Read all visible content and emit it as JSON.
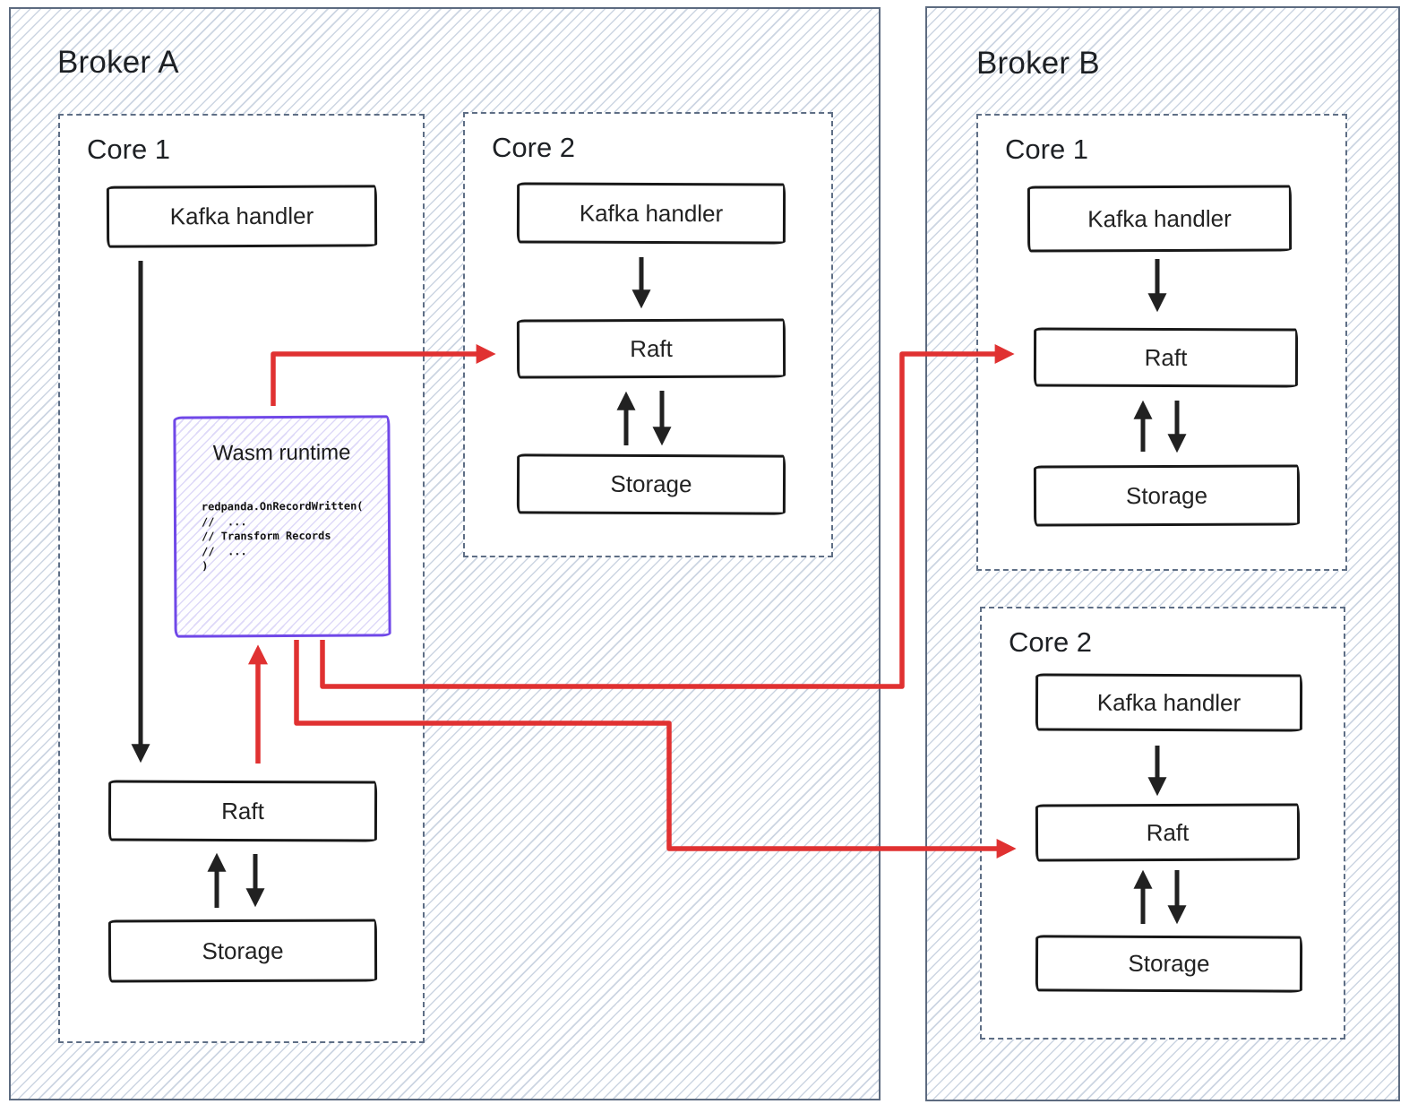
{
  "diagram": {
    "type": "architecture-diagram",
    "brokers": [
      {
        "name": "Broker A",
        "cores": [
          {
            "name": "Core 1",
            "nodes": [
              "Kafka handler",
              "Raft",
              "Storage"
            ]
          },
          {
            "name": "Core 2",
            "nodes": [
              "Kafka handler",
              "Raft",
              "Storage"
            ]
          }
        ]
      },
      {
        "name": "Broker B",
        "cores": [
          {
            "name": "Core 1",
            "nodes": [
              "Kafka handler",
              "Raft",
              "Storage"
            ]
          },
          {
            "name": "Core 2",
            "nodes": [
              "Kafka handler",
              "Raft",
              "Storage"
            ]
          }
        ]
      }
    ],
    "wasm": {
      "title": "Wasm runtime",
      "code_lines": [
        "redpanda.OnRecordWritten(",
        "//  ...",
        "// Transform Records",
        "//  ...",
        ")"
      ]
    },
    "edges": [
      {
        "from": "broker-a.core-1.kafka-handler",
        "to": "broker-a.core-1.raft",
        "color": "black",
        "bidirectional": false
      },
      {
        "from": "broker-a.core-1.raft",
        "to": "broker-a.core-1.wasm-runtime",
        "color": "red",
        "bidirectional": false
      },
      {
        "from": "broker-a.core-1.raft",
        "to": "broker-a.core-1.storage",
        "color": "black",
        "bidirectional": true
      },
      {
        "from": "broker-a.core-1.wasm-runtime",
        "to": "broker-a.core-2.raft",
        "color": "red",
        "bidirectional": false
      },
      {
        "from": "broker-a.core-1.wasm-runtime",
        "to": "broker-b.core-1.raft",
        "color": "red",
        "bidirectional": false
      },
      {
        "from": "broker-a.core-1.wasm-runtime",
        "to": "broker-b.core-2.raft",
        "color": "red",
        "bidirectional": false
      },
      {
        "from": "broker-a.core-2.kafka-handler",
        "to": "broker-a.core-2.raft",
        "color": "black",
        "bidirectional": false
      },
      {
        "from": "broker-a.core-2.raft",
        "to": "broker-a.core-2.storage",
        "color": "black",
        "bidirectional": true
      },
      {
        "from": "broker-b.core-1.kafka-handler",
        "to": "broker-b.core-1.raft",
        "color": "black",
        "bidirectional": false
      },
      {
        "from": "broker-b.core-1.raft",
        "to": "broker-b.core-1.storage",
        "color": "black",
        "bidirectional": true
      },
      {
        "from": "broker-b.core-2.kafka-handler",
        "to": "broker-b.core-2.raft",
        "color": "black",
        "bidirectional": false
      },
      {
        "from": "broker-b.core-2.raft",
        "to": "broker-b.core-2.storage",
        "color": "black",
        "bidirectional": true
      }
    ],
    "colors": {
      "red_arrow": "#e03131",
      "purple_accent": "#7048e8",
      "container_border": "#5d6b80",
      "hatch_line": "#ccd5e2",
      "box_border": "#181818",
      "text": "#1d2024"
    }
  }
}
